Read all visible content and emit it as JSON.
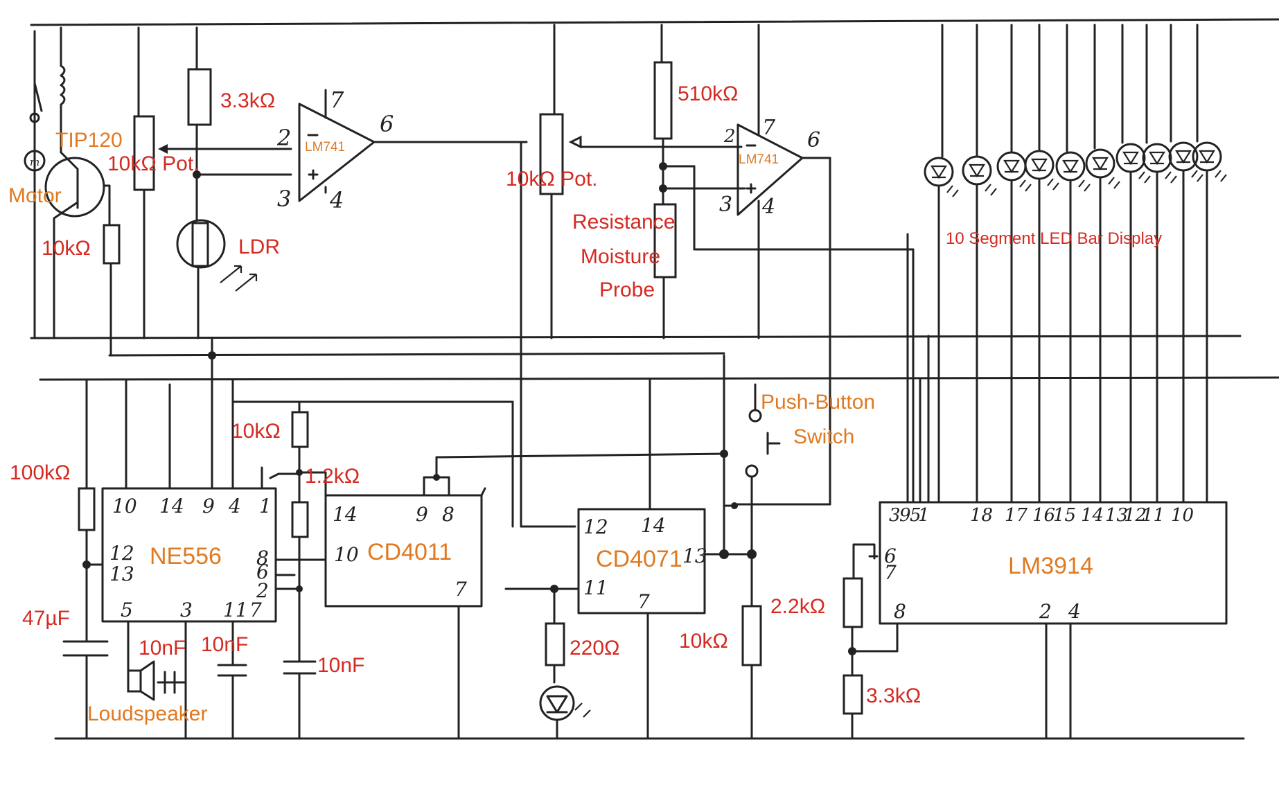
{
  "components": {
    "tip120": "TIP120",
    "motor": "Motor",
    "pot_left": "10kΩ Pot.",
    "r_base": "10kΩ",
    "r_ldr_top": "3.3kΩ",
    "ldr": "LDR",
    "opamp1": "LM741",
    "pot_center": "10kΩ Pot.",
    "r_510k": "510kΩ",
    "probe_line1": "Resistance",
    "probe_line2": "Moisture",
    "probe_line3": "Probe",
    "opamp2": "LM741",
    "led_bar": "10 Segment LED Bar Display",
    "r_100k": "100kΩ",
    "c_47u": "47µF",
    "ne556": "NE556",
    "c_10n_a": "10nF",
    "c_10n_b": "10nF",
    "loudspeaker": "Loudspeaker",
    "r_10k_timer": "10kΩ",
    "r_1_2k": "1.2kΩ",
    "c_10n_c": "10nF",
    "cd4011": "CD4011",
    "cd4071": "CD4071",
    "r_220": "220Ω",
    "pb_line1": "Push-Button",
    "pb_line2": "Switch",
    "r_10k_pb": "10kΩ",
    "r_2_2k": "2.2kΩ",
    "lm3914": "LM3914",
    "r_3_3k_ref": "3.3kΩ"
  },
  "pins": {
    "op1_7": "7",
    "op1_2": "2",
    "op1_6": "6",
    "op1_3": "3",
    "op1_4": "4",
    "op2_2": "2",
    "op2_7": "7",
    "op2_6": "6",
    "op2_3": "3",
    "op2_4": "4",
    "ne556_top": [
      "10",
      "14",
      "9",
      "4",
      "1"
    ],
    "ne556_left": [
      "12",
      "13"
    ],
    "ne556_right": [
      "8",
      "6",
      "2"
    ],
    "ne556_bottom": [
      "5",
      "3",
      "11",
      "7"
    ],
    "cd4011": [
      "14",
      "9",
      "8",
      "10",
      "7"
    ],
    "cd4071": [
      "12",
      "14",
      "13",
      "11",
      "7"
    ],
    "lm3914_top": [
      "3",
      "9",
      "5",
      "1",
      "18",
      "17",
      "16",
      "15",
      "14",
      "13",
      "12",
      "11",
      "10"
    ],
    "lm3914_left": [
      "6",
      "7",
      "8"
    ],
    "lm3914_bottom": [
      "2",
      "4"
    ]
  },
  "colors": {
    "component_label": "#d42a22",
    "ic_label": "#e07a22",
    "wire": "#222222"
  }
}
